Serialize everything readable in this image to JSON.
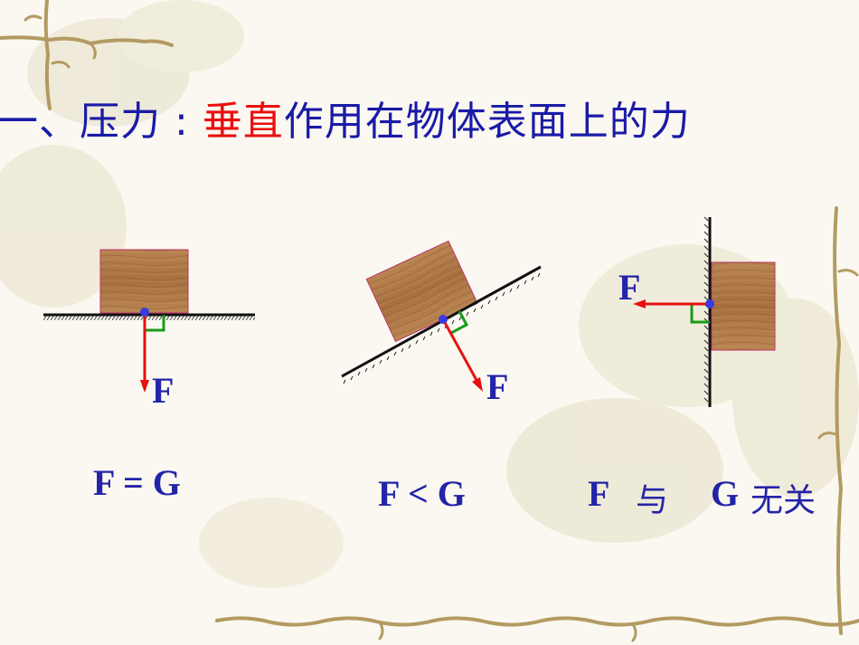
{
  "title": {
    "prefix": "一、压力 : ",
    "highlight": "垂直",
    "suffix": "作用在物体表面上的力"
  },
  "diagrams": [
    {
      "force_label": "F",
      "relation": "F = G"
    },
    {
      "force_label": "F",
      "relation": "F < G"
    },
    {
      "force_label": "F",
      "relation_f": "F",
      "relation_word1": "与",
      "relation_g": "G",
      "relation_word2": "无关"
    }
  ],
  "colors": {
    "title_text": "#1a1aa8",
    "title_highlight": "#e81010",
    "force_arrow": "#e81010",
    "right_angle_mark": "#1a9a1a",
    "contact_point": "#3a3ae0",
    "label_text": "#2424a8",
    "wood_block": "#b07a44"
  }
}
